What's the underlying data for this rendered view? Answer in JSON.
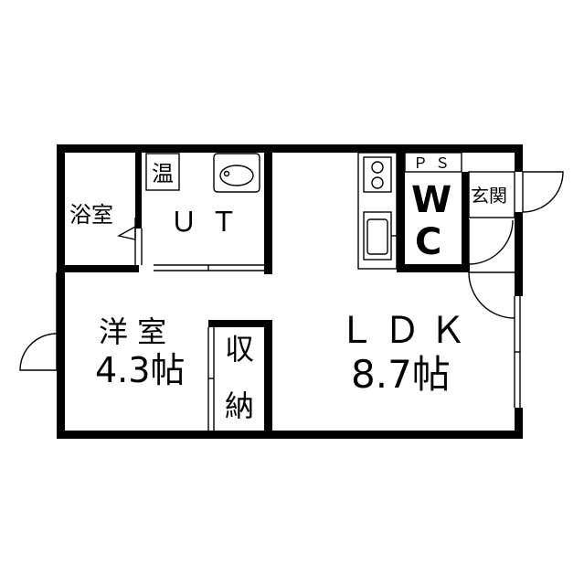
{
  "rooms": {
    "bathroom": "浴室",
    "water_heater": "温",
    "utility": "ＵＴ",
    "pipe_space": "ＰＳ",
    "toilet_w": "W",
    "toilet_c": "C",
    "entrance": "玄関",
    "western_room": "洋 室",
    "western_room_area": "4.3帖",
    "storage_top": "収",
    "storage_bottom": "納",
    "ldk": "ＬＤＫ",
    "ldk_area": "8.7帖"
  }
}
